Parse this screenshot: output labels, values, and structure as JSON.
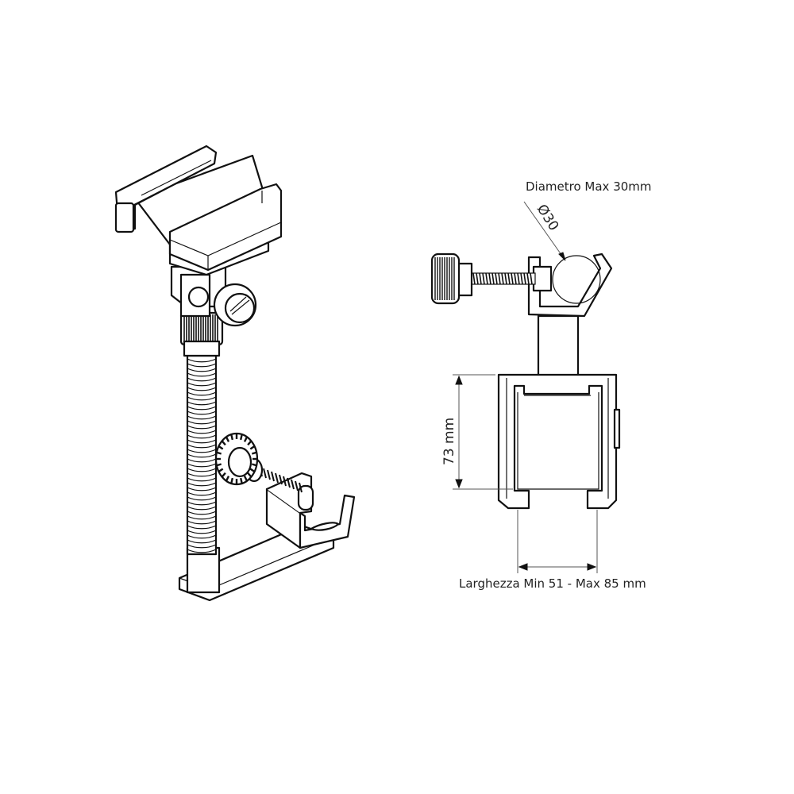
{
  "diagram": {
    "diameter_label": "Diametro Max 30mm",
    "phi_label": "Ø30",
    "height_label": "73 mm",
    "width_label": "Larghezza Min 51 - Max  85 mm"
  },
  "colors": {
    "line": "#111111",
    "dimension": "#555555",
    "background": "#ffffff"
  }
}
